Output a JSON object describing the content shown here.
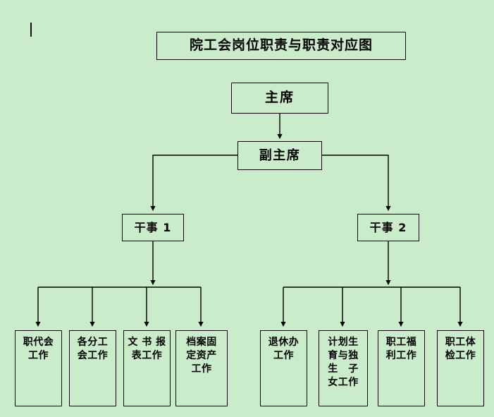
{
  "diagram": {
    "title": "院工会岗位职责与职责对应图",
    "background_color": "#cbeccb",
    "line_color": "#000000",
    "text_color": "#000000",
    "levels": {
      "chair": "主席",
      "vice_chair": "副主席",
      "officer_1": "干事 1",
      "officer_2": "干事 2"
    },
    "officer_1_duties": [
      {
        "label": "职代会\n工作"
      },
      {
        "label": "各分工\n会工作"
      },
      {
        "label": "文 书 报\n表工作"
      },
      {
        "label": "档案固\n定资产\n工作"
      }
    ],
    "officer_2_duties": [
      {
        "label": "退休办\n工作"
      },
      {
        "label": "计划生\n育与独\n生　子\n女工作"
      },
      {
        "label": "职工福\n利工作"
      },
      {
        "label": "职工体\n检工作"
      }
    ]
  }
}
